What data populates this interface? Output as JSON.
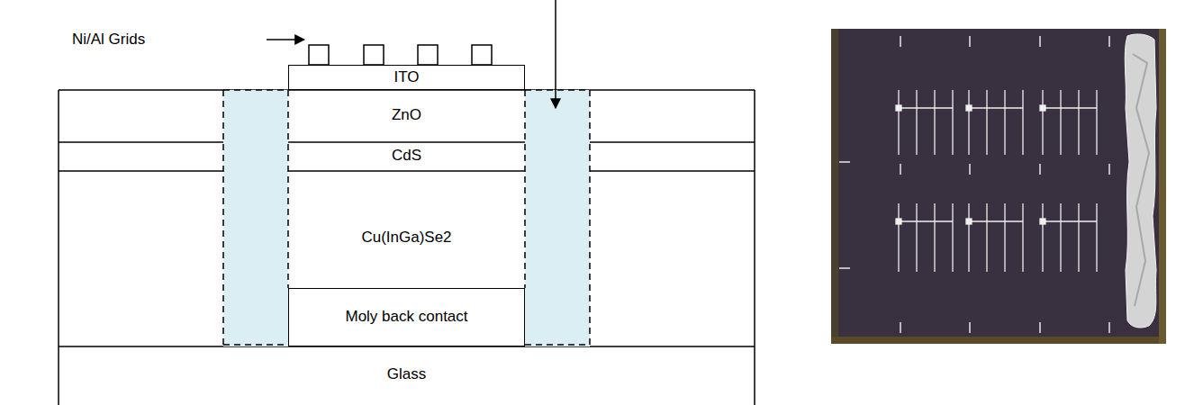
{
  "diagram": {
    "nodes": [
      {
        "text": [
          "ITO"
        ]
      },
      {
        "text": [
          "ZnO"
        ]
      },
      {
        "text": [
          "CdS"
        ]
      },
      {
        "text": [
          "Cu(InGa)Se2"
        ]
      },
      {
        "text": [
          "Moly back contact"
        ],
        "in": 3
      },
      {
        "text": [
          "Glass"
        ]
      }
    ],
    "labels": [
      "Ni/Al Grids"
    ]
  }
}
